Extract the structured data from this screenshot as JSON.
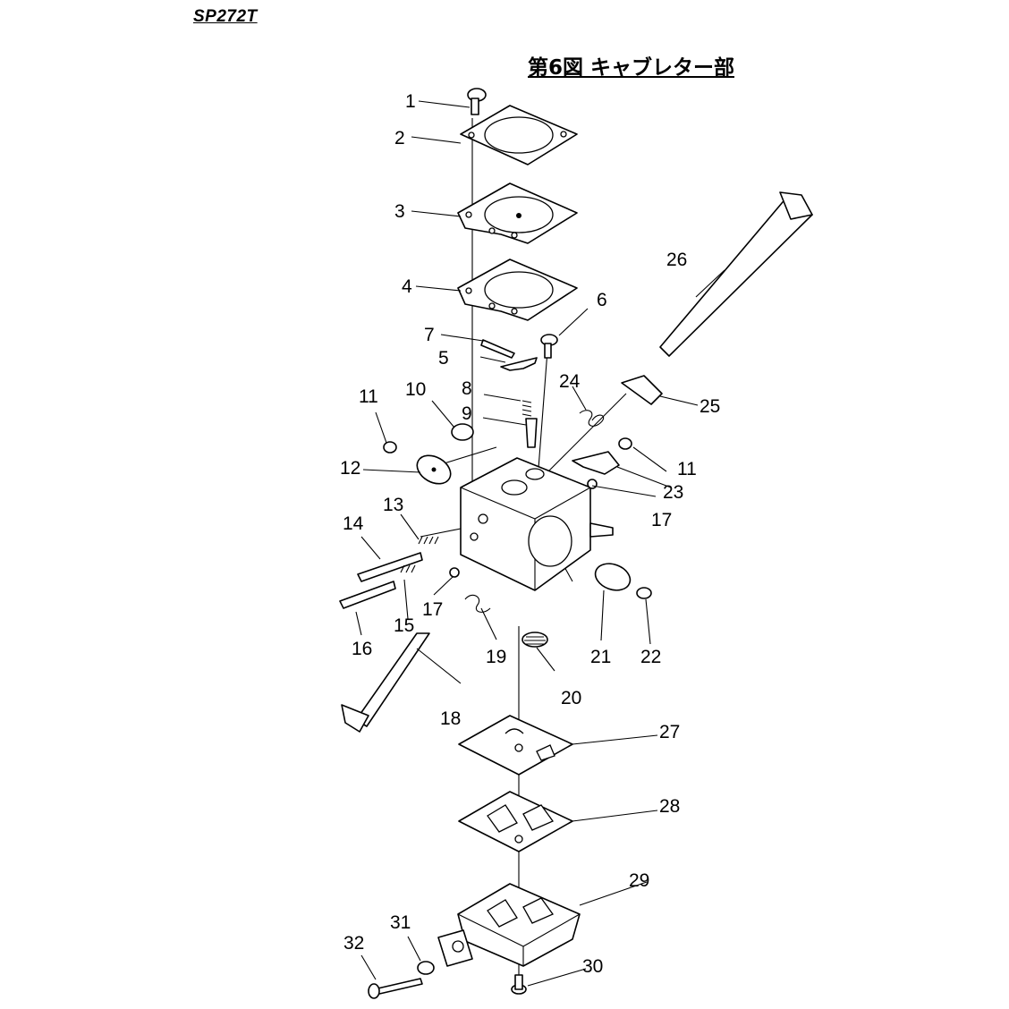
{
  "header": {
    "model": "SP272T",
    "title": "第6図 キャブレター部"
  },
  "callouts": [
    "1",
    "2",
    "3",
    "4",
    "5",
    "6",
    "7",
    "8",
    "9",
    "10",
    "11",
    "11",
    "12",
    "13",
    "14",
    "15",
    "16",
    "17",
    "17",
    "18",
    "19",
    "20",
    "21",
    "22",
    "23",
    "24",
    "25",
    "26",
    "27",
    "28",
    "29",
    "30",
    "31",
    "32"
  ]
}
